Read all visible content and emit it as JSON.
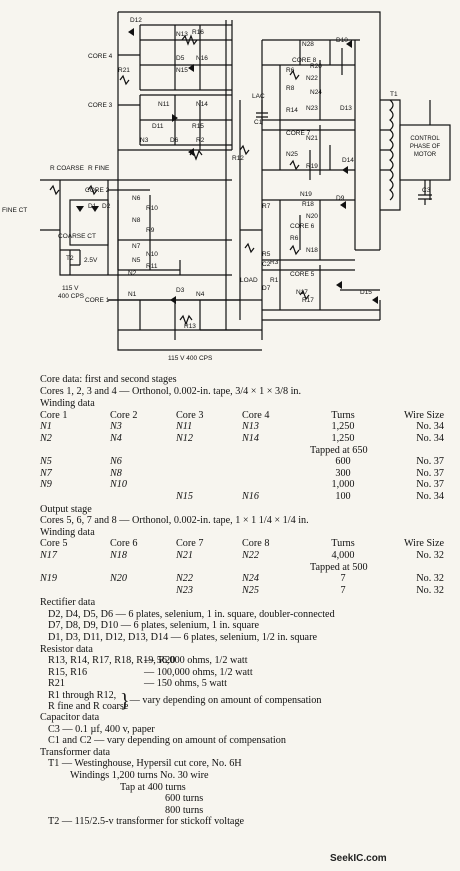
{
  "diagram": {
    "cores": [
      "CORE 4",
      "CORE 3",
      "CORE 2",
      "CORE 1",
      "CORE 8",
      "CORE 7",
      "CORE 6",
      "CORE 5"
    ],
    "labels": {
      "fine_ct": "FINE CT",
      "coarse_ct": "COARSE CT",
      "r_coarse": "R COARSE",
      "r_fine": "R FINE",
      "ac_115": "115 V",
      "cps_400": "400 CPS",
      "t2_volts": "2.5V",
      "t2": "T2",
      "lac": "LAC",
      "load": "LOAD",
      "t1": "T1",
      "control_phase": "CONTROL PHASE OF MOTOR",
      "left_supply": "115 V 400 CPS"
    },
    "parts": [
      "D12",
      "N13",
      "R16",
      "D5",
      "N16",
      "N15",
      "R21",
      "N11",
      "N14",
      "D11",
      "R15",
      "N3",
      "D6",
      "R2",
      "R12",
      "D1",
      "D2",
      "N6",
      "R10",
      "N8",
      "R9",
      "N7",
      "N10",
      "N5",
      "R11",
      "N2",
      "N1",
      "D3",
      "N4",
      "R13",
      "N28",
      "D10",
      "R6",
      "R20",
      "N22",
      "R8",
      "N24",
      "N23",
      "C1",
      "R14",
      "D13",
      "N21",
      "N25",
      "R19",
      "D14",
      "R18",
      "N19",
      "D9",
      "R7",
      "N20",
      "R6",
      "R5",
      "R3",
      "N18",
      "R1",
      "D7",
      "N17",
      "R17",
      "D15",
      "C3",
      "C2"
    ]
  },
  "core_data": {
    "title": "Core data: first and second stages",
    "spec": "Cores 1, 2, 3 and 4 — Orthonol, 0.002-in. tape, 3/4 × 1 × 3/8 in.",
    "winding_title": "Winding data",
    "headers": [
      "Core 1",
      "Core 2",
      "Core 3",
      "Core 4",
      "Turns",
      "Wire Size"
    ],
    "rows": [
      [
        "N1",
        "N3",
        "N11",
        "N13",
        "1,250",
        "No. 34"
      ],
      [
        "N2",
        "N4",
        "N12",
        "N14",
        "1,250",
        "No. 34"
      ],
      [
        "N5",
        "N6",
        "",
        "",
        "600",
        "No. 37"
      ],
      [
        "N7",
        "N8",
        "",
        "",
        "300",
        "No. 37"
      ],
      [
        "N9",
        "N10",
        "",
        "",
        "1,000",
        "No. 37"
      ],
      [
        "",
        "",
        "N15",
        "N16",
        "100",
        "No. 34"
      ]
    ],
    "tap_note": "Tapped at 650"
  },
  "output_stage": {
    "title": "Output stage",
    "spec": "Cores 5, 6, 7 and 8 — Orthonol, 0.002-in. tape, 1 × 1 1/4 × 1/4 in.",
    "winding_title": "Winding data",
    "headers": [
      "Core 5",
      "Core 6",
      "Core 7",
      "Core 8",
      "Turns",
      "Wire Size"
    ],
    "rows": [
      [
        "N17",
        "N18",
        "N21",
        "N22",
        "4,000",
        "No. 32"
      ],
      [
        "N19",
        "N20",
        "N22",
        "N24",
        "7",
        "No. 32"
      ],
      [
        "",
        "",
        "N23",
        "N25",
        "7",
        "No. 32"
      ]
    ],
    "tap_note": "Tapped at 500"
  },
  "rectifier": {
    "title": "Rectifier data",
    "lines": [
      "D2, D4, D5, D6 — 6 plates, selenium, 1 in. square, doubler-connected",
      "D7, D8, D9, D10 — 6 plates, selenium, 1 in. square",
      "D1, D3, D11, D12, D13, D14 — 6 plates, selenium, 1/2 in. square"
    ]
  },
  "resistor": {
    "title": "Resistor data",
    "rows": [
      {
        "k": "R13, R14, R17, R18, R19, R20",
        "v": "— 56,000 ohms, 1/2 watt"
      },
      {
        "k": "R15, R16",
        "v": "— 100,000 ohms, 1/2 watt"
      },
      {
        "k": "R21",
        "v": "— 150 ohms, 5 watt"
      }
    ],
    "vary_1": "R1 through R12,",
    "vary_2": "R fine and R coarse",
    "vary_note": "— vary depending on amount of compensation"
  },
  "capacitor": {
    "title": "Capacitor data",
    "lines": [
      "C3 — 0.1 µf, 400 v, paper",
      "C1 and C2 — vary depending on amount of compensation"
    ]
  },
  "transformer": {
    "title": "Transformer data",
    "t1": "T1 — Westinghouse, Hypersil cut core, No. 6H",
    "windings": "Windings 1,200 turns No. 30 wire",
    "taps": [
      "Tap at 400 turns",
      "600 turns",
      "800 turns"
    ],
    "t2": "T2 — 115/2.5-v transformer for stickoff voltage"
  },
  "watermark": "SeekIC.com"
}
